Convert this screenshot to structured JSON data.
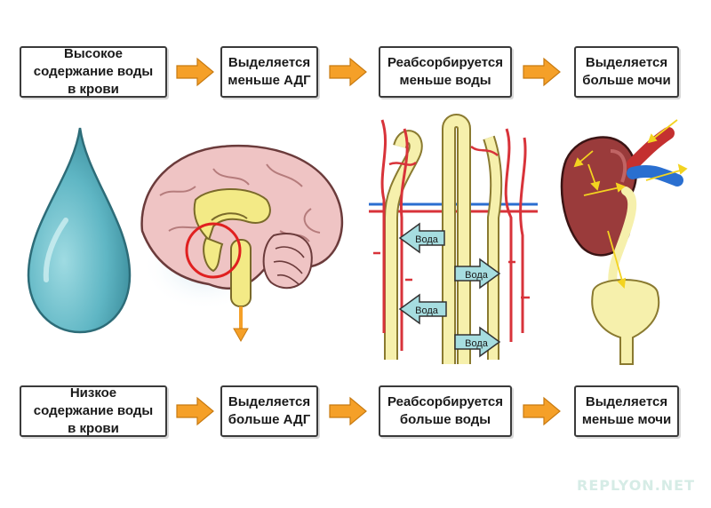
{
  "top_row": {
    "box1": "Высокое содержание воды в крови",
    "box2": "Выделяется меньше АДГ",
    "box3": "Реабсорбируется меньше воды",
    "box4": "Выделяется больше мочи"
  },
  "bottom_row": {
    "box1": "Низкое содержание воды в крови",
    "box2": "Выделяется больше АДГ",
    "box3": "Реабсорбируется больше воды",
    "box4": "Выделяется меньше мочи"
  },
  "nephron_labels": [
    "Вода",
    "Вода",
    "Вода",
    "Вода"
  ],
  "watermark": "REPLYON.NET",
  "colors": {
    "arrow_orange": "#f5a028",
    "drop_blue": "#5fb6c4",
    "brain_pink": "#efc4c4",
    "hypothalamus_yellow": "#f3ea86",
    "vessel_red": "#d8333a",
    "vessel_blue": "#2b6ed0",
    "tubule_yellow": "#f6f0ac",
    "water_arrow": "#a6dde0",
    "kidney_brown": "#9a3b3b",
    "highlight_red": "#e02020"
  }
}
